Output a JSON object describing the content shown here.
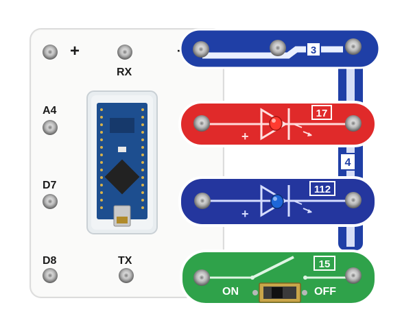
{
  "board": {
    "labels": {
      "plus": "+",
      "minus": "−",
      "rx": "RX",
      "tx": "TX",
      "a4": "A4",
      "d7": "D7",
      "d8": "D8"
    }
  },
  "strips": {
    "top_wire": {
      "number": "3",
      "color": "#1f3fa6"
    },
    "vertical_wire": {
      "number": "4",
      "color": "#1f3fa6"
    }
  },
  "modules": {
    "red_led": {
      "number": "17",
      "polarity": "+",
      "color": "#e02a2a"
    },
    "blue_led": {
      "number": "112",
      "polarity": "+",
      "color": "#24369e"
    },
    "switch": {
      "number": "15",
      "on_label": "ON",
      "off_label": "OFF",
      "color": "#2fa24a"
    }
  },
  "microcontroller": {
    "board_color": "#1d4e8f",
    "case": "clear"
  }
}
